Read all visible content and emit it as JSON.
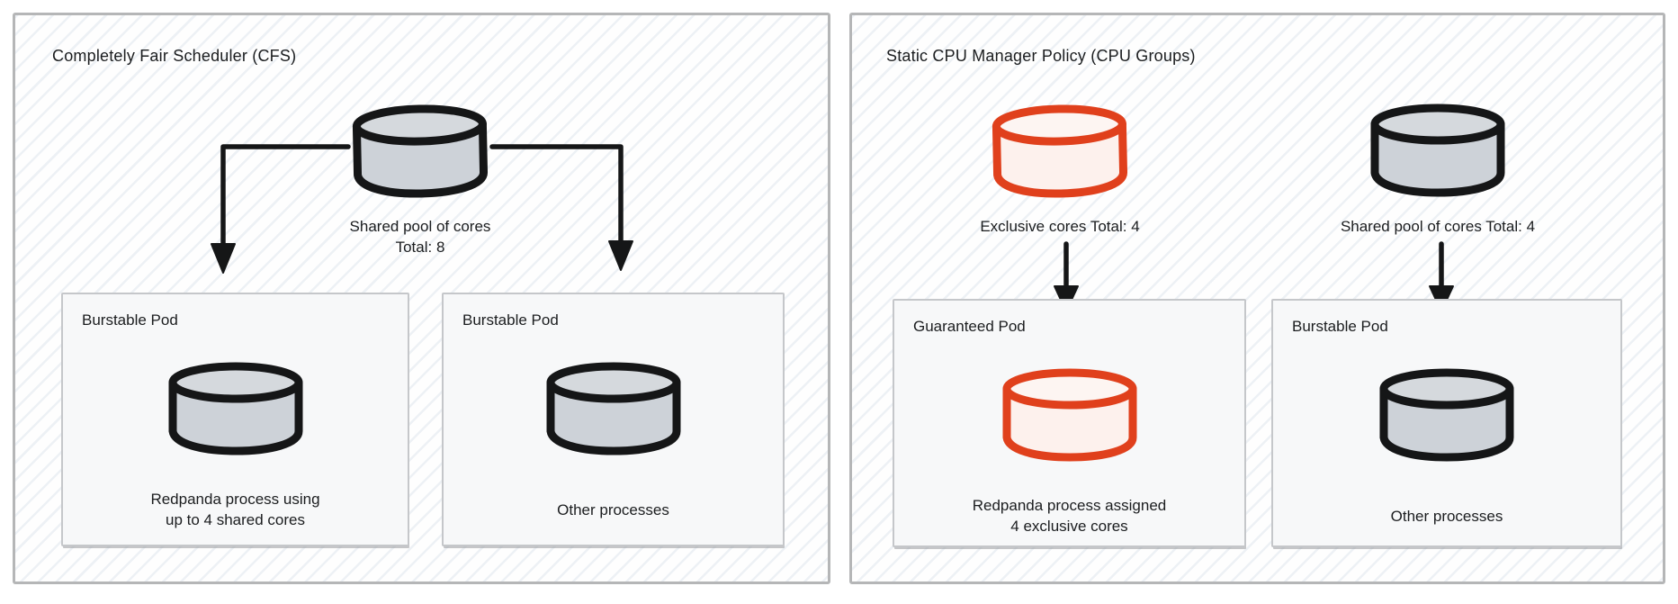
{
  "colors": {
    "accent_red": "#e0401c",
    "red_fill": "#fdf1ed",
    "red_fill_top": "#fdf5f2",
    "gray_fill": "#cdd2d8",
    "gray_fill_top": "#d5d9dd",
    "ink": "#151617",
    "panel_border": "#b5b6b7",
    "box_bg": "#f7f8f9",
    "box_border": "#c5c7ca",
    "text": "#1b1d1f"
  },
  "panels": [
    {
      "title": "Completely Fair Scheduler (CFS)",
      "pool": {
        "icon": "database-cylinder-gray",
        "label_line1": "Shared pool of cores",
        "label_line2": "Total: 8"
      },
      "pods": [
        {
          "title": "Burstable Pod",
          "icon": "database-cylinder-gray",
          "caption_line1": "Redpanda process using",
          "caption_line2": "up to 4 shared cores"
        },
        {
          "title": "Burstable Pod",
          "icon": "database-cylinder-gray",
          "caption_line1": "Other processes",
          "caption_line2": ""
        }
      ]
    },
    {
      "title": "Static CPU Manager Policy (CPU Groups)",
      "pools": [
        {
          "icon": "database-cylinder-red",
          "label": "Exclusive cores Total: 4"
        },
        {
          "icon": "database-cylinder-gray",
          "label": "Shared pool of cores Total: 4"
        }
      ],
      "pods": [
        {
          "title": "Guaranteed Pod",
          "icon": "database-cylinder-red",
          "caption_line1": "Redpanda process assigned",
          "caption_line2": "4 exclusive cores"
        },
        {
          "title": "Burstable Pod",
          "icon": "database-cylinder-gray",
          "caption_line1": "Other processes",
          "caption_line2": ""
        }
      ]
    }
  ]
}
